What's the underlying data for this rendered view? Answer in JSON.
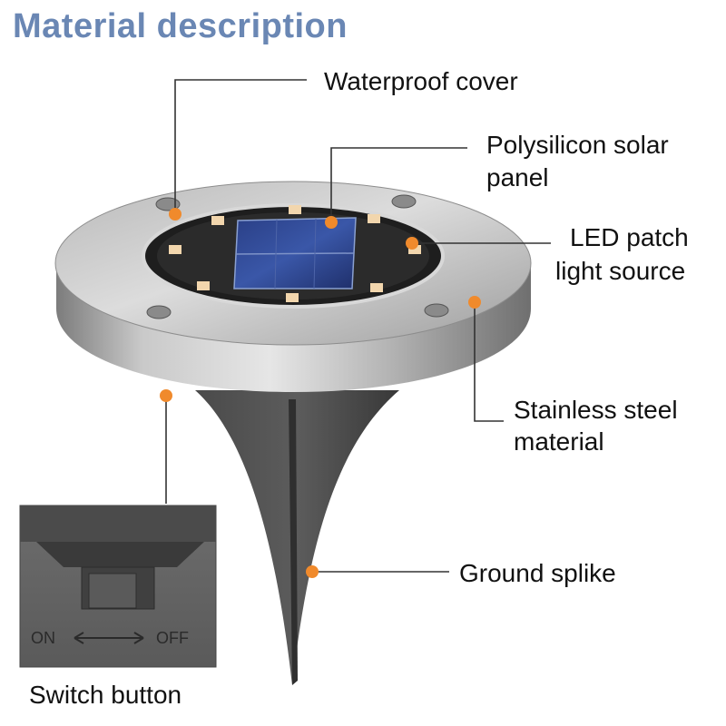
{
  "title": "Material description",
  "labels": {
    "waterproof_cover": "Waterproof cover",
    "solar_panel_1": "Polysilicon solar",
    "solar_panel_2": "panel",
    "led_1": "LED patch",
    "led_2": "light source",
    "steel_1": "Stainless steel",
    "steel_2": "material",
    "spike": "Ground splike"
  },
  "inset": {
    "on": "ON",
    "off": "OFF",
    "caption": "Switch button"
  },
  "colors": {
    "title": "#6a87b4",
    "marker": "#f08a2c",
    "leader": "#333333"
  }
}
